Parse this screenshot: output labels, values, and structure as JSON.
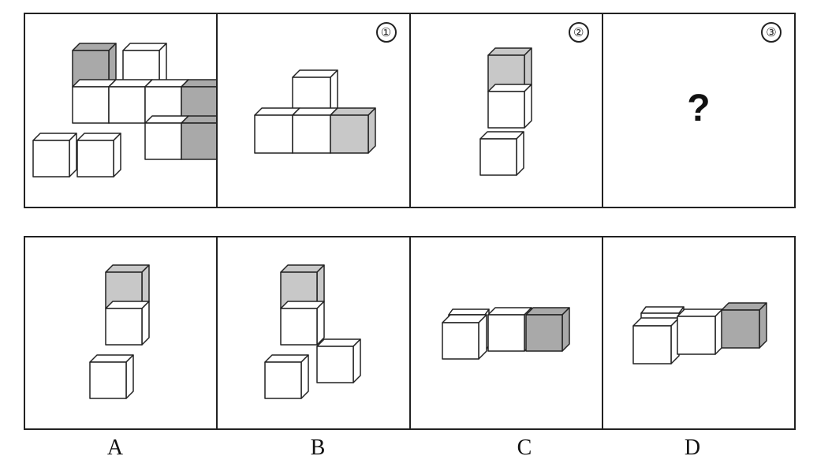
{
  "top_row": {
    "reference": {
      "label": ""
    },
    "panel_1": {
      "label": "①"
    },
    "panel_2": {
      "label": "②"
    },
    "panel_3": {
      "label": "③",
      "question": "?"
    }
  },
  "options": [
    "A",
    "B",
    "C",
    "D"
  ],
  "colors": {
    "shade": "#a9a9a9",
    "shade_light": "#c8c8c8",
    "line": "#222222",
    "face": "#ffffff"
  }
}
